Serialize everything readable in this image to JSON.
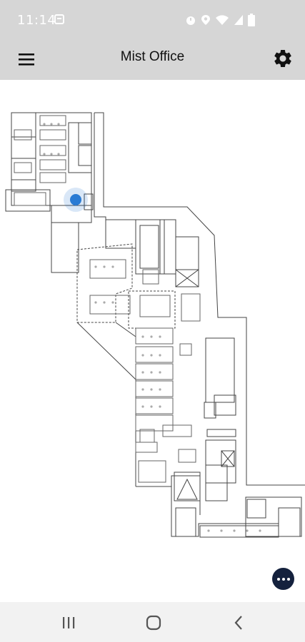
{
  "status_bar": {
    "time": "11:14",
    "icons": [
      "message-icon",
      "alarm-icon",
      "location-icon",
      "wifi-icon",
      "signal-icon",
      "battery-icon"
    ]
  },
  "app_bar": {
    "title": "Mist Office",
    "left_icon": "menu-icon",
    "right_icon": "gear-icon"
  },
  "map": {
    "location_marker": "current-location",
    "accent_color": "#2a7bd4"
  },
  "fab": {
    "icon": "more-horizontal-icon",
    "color": "#14213d"
  },
  "nav_bar": {
    "buttons": [
      "recent-apps-icon",
      "home-icon",
      "back-icon"
    ]
  }
}
